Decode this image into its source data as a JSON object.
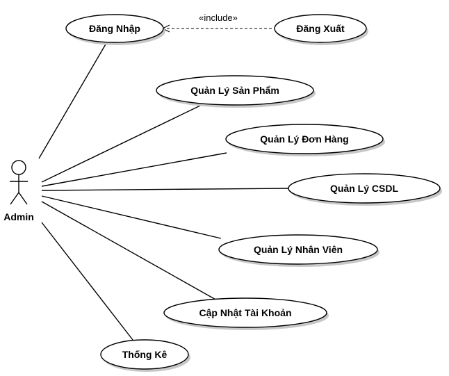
{
  "actor": {
    "label": "Admin"
  },
  "use_cases": {
    "login": "Đăng Nhập",
    "logout": "Đăng Xuất",
    "products": "Quản Lý Sản Phẩm",
    "orders": "Quản Lý Đơn Hàng",
    "database": "Quản Lý CSDL",
    "staff": "Quản Lý Nhân Viên",
    "account": "Cập Nhật Tài Khoản",
    "stats": "Thống Kê"
  },
  "relations": {
    "include_label": "«include»"
  }
}
